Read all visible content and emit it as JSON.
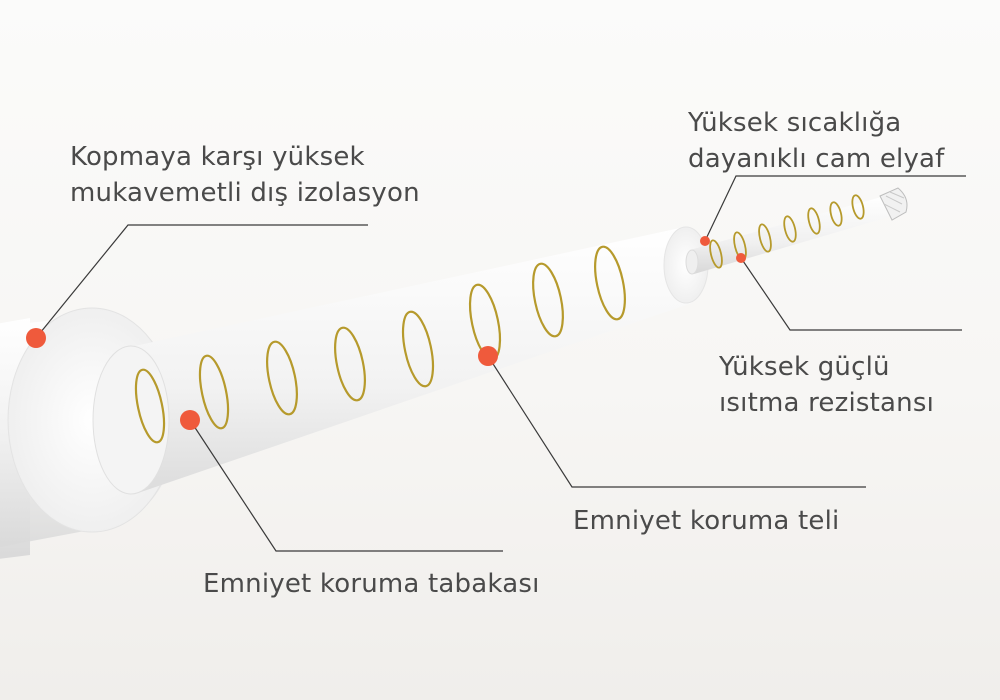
{
  "labels": {
    "outer_insulation": {
      "line1": "Kopmaya karşı yüksek",
      "line2": "mukavemetli dış izolasyon"
    },
    "glass_fiber": {
      "line1": "Yüksek sıcaklığa",
      "line2": "dayanıklı cam elyaf"
    },
    "heating_resistance": {
      "line1": "Yüksek güçlü",
      "line2": "ısıtma rezistansı"
    },
    "safety_wire": "Emniyet koruma teli",
    "safety_layer": "Emniyet koruma tabakası"
  },
  "colors": {
    "marker": "#ef5a3c",
    "leader_line": "#3a3a3a",
    "coil": "#b69a2c",
    "text": "#4a4a4a"
  }
}
